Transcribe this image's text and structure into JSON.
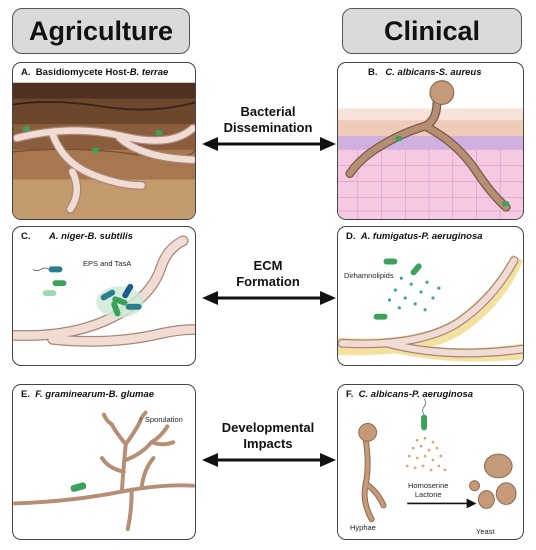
{
  "headers": {
    "left": "Agriculture",
    "right": "Clinical"
  },
  "panels": {
    "a": {
      "letter": "A.",
      "title_plain": "Basidiomycete Host-",
      "title_italic": "B. terrae"
    },
    "b": {
      "letter": "B.",
      "title_italic": "C. albicans-S. aureus"
    },
    "c": {
      "letter": "C.",
      "title_italic": "A. niger-B. subtilis",
      "annotation": "EPS and TasA"
    },
    "d": {
      "letter": "D.",
      "title_italic": "A. fumigatus-P. aeruginosa",
      "annotation": "Dirhamnolipids"
    },
    "e": {
      "letter": "E.",
      "title_italic": "F. graminearum-B. glumae",
      "annotation": "Sporulation"
    },
    "f": {
      "letter": "F.",
      "title_italic": "C. albicans-P. aeruginosa",
      "annotation_line1": "Homoserine",
      "annotation_line2": "Lactone",
      "hyphae_label": "Hyphae",
      "yeast_label": "Yeast"
    }
  },
  "center_labels": [
    {
      "line1": "Bacterial",
      "line2": "Dissemination"
    },
    {
      "line1": "ECM",
      "line2": "Formation"
    },
    {
      "line1": "Developmental",
      "line2": "Impacts"
    }
  ],
  "colors": {
    "header_bg": "#d9dadb",
    "hypha": "#e8cfc4",
    "hypha_edge": "#a9857a",
    "bacterium": "#3aa35b",
    "soil_dark": "#5a3a25",
    "skin_pink": "#f3c6df",
    "matrix_yellow": "#f4e1a0",
    "dots_teal": "#3aa0b8",
    "dots_orange": "#e9a277"
  }
}
